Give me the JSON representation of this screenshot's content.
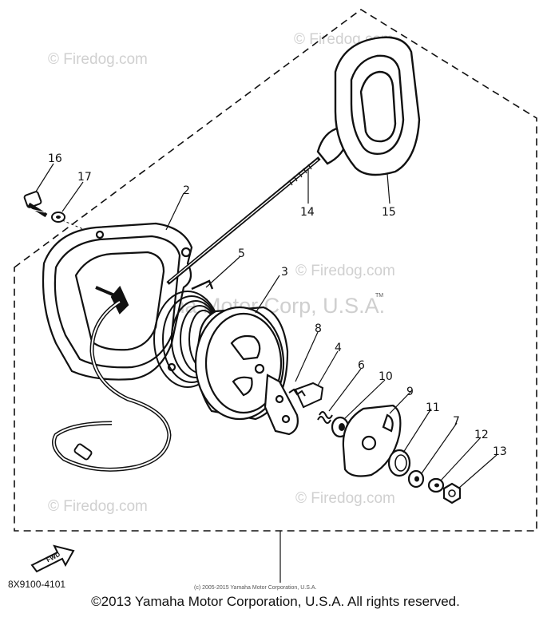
{
  "watermarks": {
    "site": "© Firedog.com",
    "brand": "Yamaha Motor Corp, U.S.A.",
    "tm": "TM"
  },
  "diagram": {
    "part_code": "8X9100-4101",
    "fwd_label": "FWD",
    "small_copyright": "(c) 2005-2015 Yamaha Motor Corporation, U.S.A.",
    "callouts": {
      "p2": "2",
      "p3": "3",
      "p4": "4",
      "p5": "5",
      "p6": "6",
      "p7": "7",
      "p8": "8",
      "p9": "9",
      "p10": "10",
      "p11": "11",
      "p12": "12",
      "p13": "13",
      "p14": "14",
      "p15": "15",
      "p16": "16",
      "p17": "17"
    }
  },
  "footer": {
    "copyright": "©2013 Yamaha Motor Corporation, U.S.A. All rights reserved."
  },
  "colors": {
    "line": "#111111",
    "watermark": "#d0d0d0"
  }
}
